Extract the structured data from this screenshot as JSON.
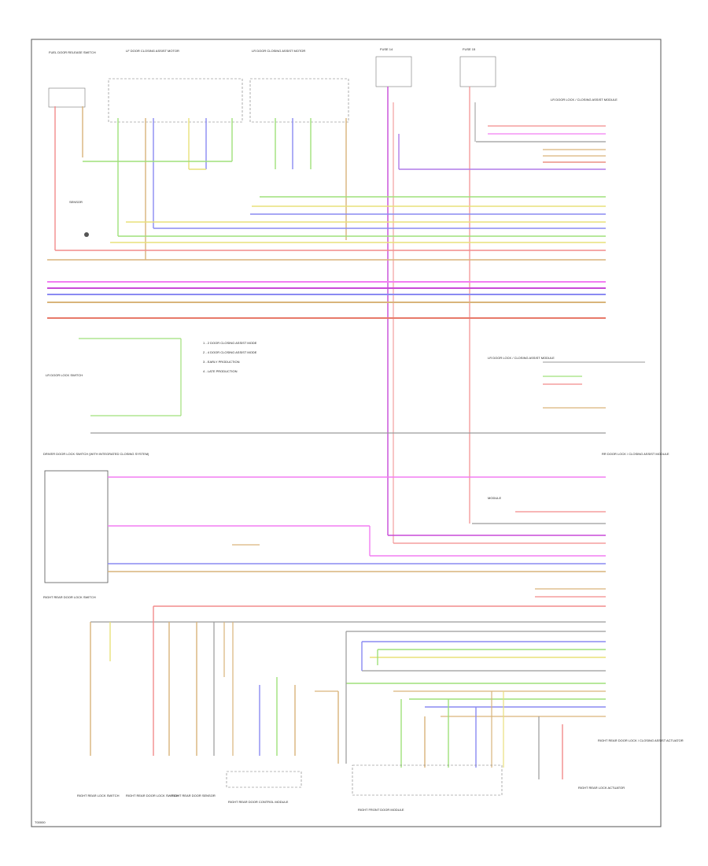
{
  "diagram": {
    "footer_code": "T00000",
    "colors": {
      "red": "#f28b8b",
      "pink": "#f27df2",
      "magenta": "#c84ad8",
      "green": "#9fe07a",
      "blue": "#8a8af2",
      "tan": "#d9b47a",
      "yellow": "#e8e07a",
      "gray": "#9a9a9a",
      "salmon": "#e87a6a",
      "violet": "#b07ae8"
    },
    "legend": [
      "1 - 2 DOOR CLOSING ASSIST MODE",
      "2 - 4 DOOR CLOSING ASSIST MODE",
      "3 - EARLY PRODUCTION",
      "4 - LATE PRODUCTION"
    ],
    "top_components": [
      "FUEL DOOR RELEASE SWITCH",
      "LF DOOR CLOSING ASSIST MOTOR",
      "LR DOOR CLOSING ASSIST MOTOR",
      "FUSE 14",
      "FUSE 15"
    ],
    "right_components": [
      "LR DOOR LOCK / CLOSING ASSIST MODULE",
      "LR DOOR LOCK / CLOSING ASSIST MODULE",
      "RR DOOR LOCK / CLOSING ASSIST MODULE",
      "RIGHT REAR DOOR LOCK / CLOSING ASSIST ACTUATOR"
    ],
    "left_components": [
      "LR DOOR LOCK SWITCH",
      "DRIVER DOOR LOCK SWITCH (WITH INTEGRATED CLOSING SYSTEM)",
      "RIGHT REAR DOOR LOCK SWITCH"
    ],
    "bottom_components": [
      "RIGHT REAR LOCK SWITCH",
      "RIGHT REAR DOOR LOCK SWITCH",
      "RIGHT REAR DOOR SENSOR",
      "RIGHT REAR DOOR CONTROL MODULE",
      "RIGHT FRONT DOOR MODULE",
      "RIGHT REAR LOCK ACTUATOR"
    ]
  }
}
